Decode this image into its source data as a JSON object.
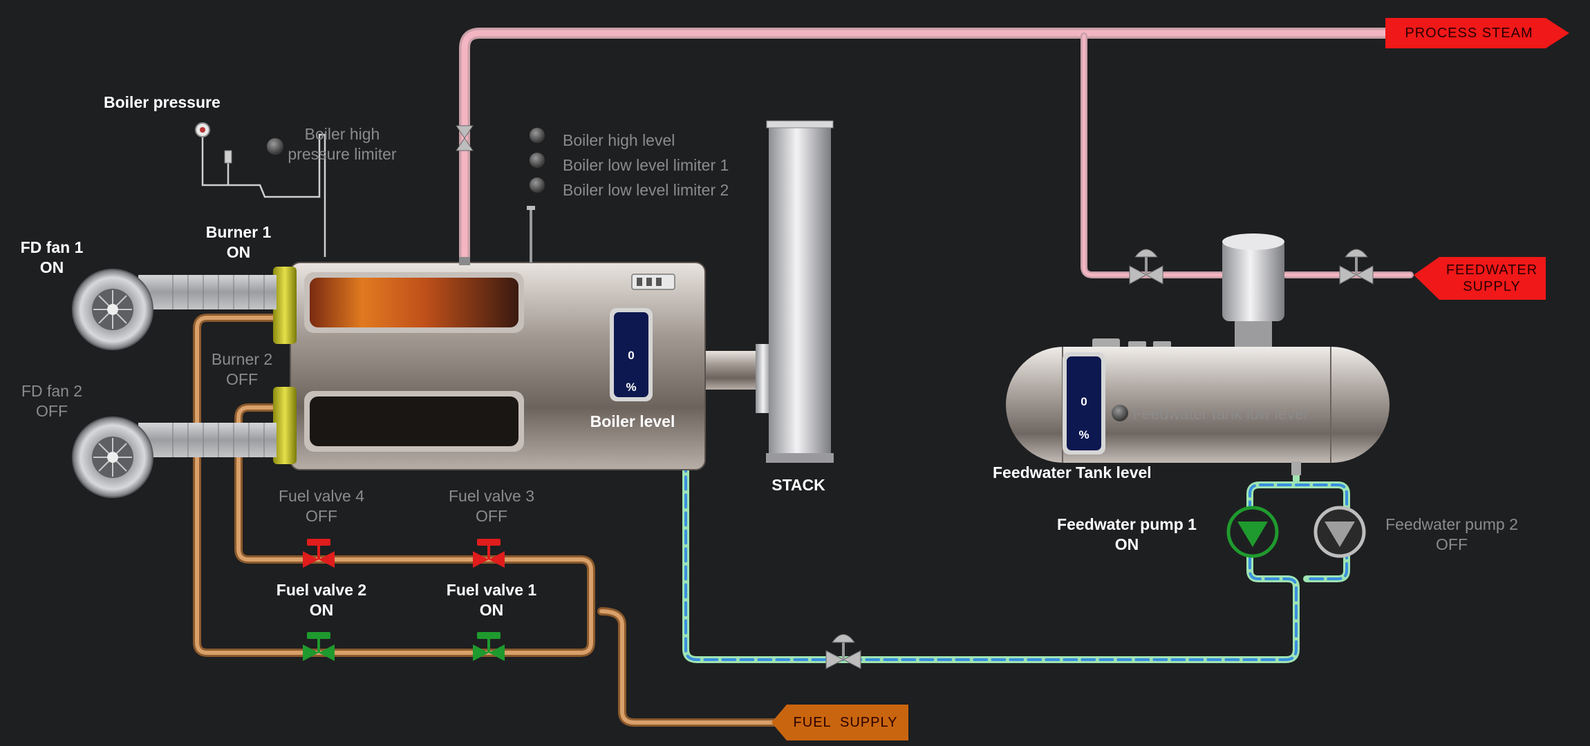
{
  "labels": {
    "boiler_pressure": "Boiler pressure",
    "boiler_high_pressure_limiter_1": "Boiler high",
    "boiler_high_pressure_limiter_2": "pressure limiter",
    "boiler_high_level": "Boiler high level",
    "boiler_low_level_limiter_1": "Boiler low level limiter 1",
    "boiler_low_level_limiter_2": "Boiler low level limiter 2",
    "boiler_level": "Boiler level",
    "stack": "STACK",
    "feedwater_tank_low_level": "Feedwater tank low level",
    "feedwater_tank_level": "Feedwater Tank level"
  },
  "equipment": {
    "fd_fan_1": {
      "name": "FD fan 1",
      "state": "ON"
    },
    "fd_fan_2": {
      "name": "FD fan 2",
      "state": "OFF"
    },
    "burner_1": {
      "name": "Burner 1",
      "state": "ON"
    },
    "burner_2": {
      "name": "Burner 2",
      "state": "OFF"
    },
    "fuel_valve_1": {
      "name": "Fuel valve 1",
      "state": "ON"
    },
    "fuel_valve_2": {
      "name": "Fuel valve 2",
      "state": "ON"
    },
    "fuel_valve_3": {
      "name": "Fuel valve 3",
      "state": "OFF"
    },
    "fuel_valve_4": {
      "name": "Fuel valve 4",
      "state": "OFF"
    },
    "feedwater_pump_1": {
      "name": "Feedwater pump 1",
      "state": "ON"
    },
    "feedwater_pump_2": {
      "name": "Feedwater pump 2",
      "state": "OFF"
    }
  },
  "gauges": {
    "boiler_level": {
      "value": "0",
      "unit": "%",
      "fill_fraction": 0
    },
    "feedwater_tank_level": {
      "value": "0",
      "unit": "%",
      "fill_fraction": 0
    }
  },
  "tags": {
    "process_steam": "PROCESS STEAM",
    "feedwater_supply_1": "FEEDWATER",
    "feedwater_supply_2": "SUPPLY",
    "fuel_supply": "FUEL  SUPPLY"
  },
  "colors": {
    "background": "#1e1f21",
    "steam_line": "#f4a9b8",
    "water_line": "#9fe4b2",
    "water_dash": "#3a8fe0",
    "fuel_line": "#c98a4c",
    "valve_on": "#1f9a2e",
    "valve_off": "#e01c1c",
    "tag_red": "#f01818",
    "tag_orange": "#c9650f",
    "text_on": "#ffffff",
    "text_off": "#8b8b8b"
  }
}
